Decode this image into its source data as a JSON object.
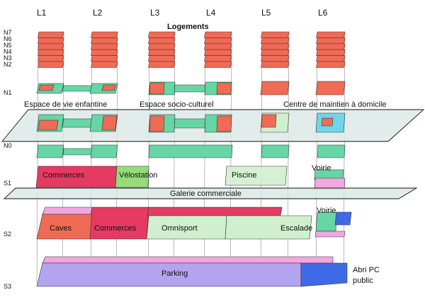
{
  "columns": [
    "L1",
    "L2",
    "L3",
    "L4",
    "L5",
    "L6"
  ],
  "levels": [
    "N7",
    "N6",
    "N5",
    "N4",
    "N3",
    "N2",
    "N1",
    "N0",
    "S1",
    "S2",
    "S3"
  ],
  "labels": {
    "logements": "Logements",
    "vie_enfantine": "Espace de vie enfantine",
    "socio_culturel": "Espace socio-culturel",
    "maintien_domicile": "Centre de maintien à domicile",
    "commerces_s1": "Commerces",
    "velostation": "Vélostation",
    "piscine": "Piscine",
    "voirie_s1": "Voirie",
    "galerie": "Galerie commerciale",
    "caves": "Caves",
    "commerces_s2": "Commerces",
    "omnisport": "Omnisport",
    "escalade": "Escalade",
    "voirie_s2": "Voirie",
    "parking": "Parking",
    "abri_pc": [
      "Abri PC",
      "public"
    ]
  },
  "colors": {
    "housing": "#ef6b55",
    "green": "#66d6a4",
    "light_green": "#cfefcf",
    "commerce": "#e53b62",
    "velostation": "#96dc7a",
    "pink": "#f3a6e0",
    "purple": "#b3a4ef",
    "blue": "#3f6ae6",
    "cyan": "#6fd6ea",
    "plane": "#dbe9e6"
  }
}
